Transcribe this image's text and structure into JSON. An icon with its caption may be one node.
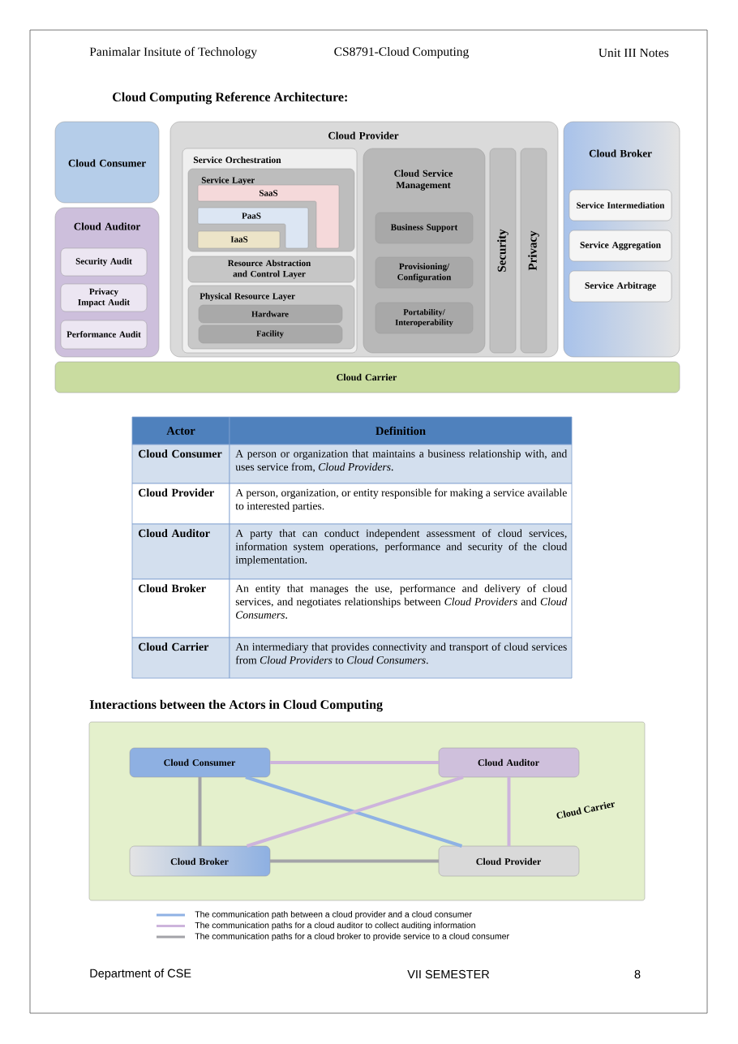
{
  "diagram": {
    "title": "Cloud Computing Reference Architecture:",
    "nodes": [
      {
        "text": [
          "Cloud Consumer"
        ]
      },
      {
        "text": [
          "Cloud Auditor"
        ]
      },
      {
        "text": [
          "Security Audit"
        ],
        "in": 1
      },
      {
        "text": [
          "Privacy Impact Audit"
        ],
        "in": 1
      },
      {
        "text": [
          "Performance Audit"
        ],
        "in": 1
      },
      {
        "text": [
          "Cloud Provider"
        ]
      },
      {
        "text": [
          "Service Orchestration"
        ],
        "in": 5
      },
      {
        "text": [
          "Service Layer"
        ],
        "in": 6
      },
      {
        "text": [
          "SaaS"
        ],
        "in": 7
      },
      {
        "text": [
          "PaaS"
        ],
        "in": 7
      },
      {
        "text": [
          "IaaS"
        ],
        "in": 7
      },
      {
        "text": [
          "Resource Abstraction and Control Layer"
        ],
        "in": 6
      },
      {
        "text": [
          "Physical Resource Layer"
        ],
        "in": 6
      },
      {
        "text": [
          "Hardware"
        ],
        "in": 12
      },
      {
        "text": [
          "Facility"
        ],
        "in": 12
      },
      {
        "text": [
          "Cloud Service Management"
        ],
        "in": 5
      },
      {
        "text": [
          "Business Support"
        ],
        "in": 15
      },
      {
        "text": [
          "Provisioning/ Configuration"
        ],
        "in": 15
      },
      {
        "text": [
          "Portability/ Interoperability"
        ],
        "in": 15
      },
      {
        "text": [
          "Security"
        ],
        "in": 5
      },
      {
        "text": [
          "Privacy"
        ],
        "in": 5
      },
      {
        "text": [
          "Cloud Broker"
        ]
      },
      {
        "text": [
          "Service Intermediation"
        ],
        "in": 21
      },
      {
        "text": [
          "Service Aggregation"
        ],
        "in": 21
      },
      {
        "text": [
          "Service Arbitrage"
        ],
        "in": 21
      },
      {
        "text": [
          "Cloud Carrier"
        ]
      },
      {
        "text": [
          "Cloud Carrier"
        ]
      },
      {
        "text": [
          "Cloud Consumer"
        ],
        "in": 26
      },
      {
        "text": [
          "Cloud Auditor"
        ],
        "in": 26
      },
      {
        "text": [
          "Cloud Broker"
        ],
        "in": 26
      },
      {
        "text": [
          "Cloud Provider"
        ],
        "in": 26
      }
    ],
    "edges": [
      {
        "from": 27,
        "to": 28,
        "arrow": "none"
      },
      {
        "from": 27,
        "to": 29,
        "arrow": "none",
        "color": "#a3a3a8"
      },
      {
        "from": 27,
        "to": 30,
        "arrow": "none",
        "color": "#8fb2e4"
      },
      {
        "from": 28,
        "to": 30,
        "arrow": "none"
      },
      {
        "from": 28,
        "to": 29,
        "arrow": "none"
      },
      {
        "from": 29,
        "to": 30,
        "arrow": "none",
        "color": "#a3a3a8"
      }
    ],
    "labels": [
      "Panimalar Insitute of Technology",
      "CS8791-Cloud Computing",
      "Unit III Notes",
      "Actor",
      "Definition",
      "Cloud Consumer",
      "A person or organization that maintains a business relationship with, and uses service from, *Cloud Providers*.",
      "Cloud Provider",
      "A person, organization, or entity responsible for making a service available to interested parties.",
      "Cloud Auditor",
      "A party that can conduct independent assessment of cloud services, information system operations, performance and security of the cloud implementation.",
      "Cloud Broker",
      "An entity that manages the use, performance and delivery of cloud services, and negotiates relationships between *Cloud Providers* and *Cloud Consumers*.",
      "Cloud Carrier",
      "An intermediary that provides connectivity and transport of cloud services from *Cloud Providers* to *Cloud Consumers*.",
      "Interactions between the Actors in Cloud Computing",
      "Department of CSE",
      "VII SEMESTER",
      "8"
    ],
    "legend": [
      {
        "text": "The communication path between a cloud provider and a cloud consumer"
      },
      {
        "text": "The communication paths for a cloud auditor to collect auditing information"
      },
      {
        "text": "The communication paths for a cloud broker to provide service to a cloud consumer"
      }
    ]
  }
}
